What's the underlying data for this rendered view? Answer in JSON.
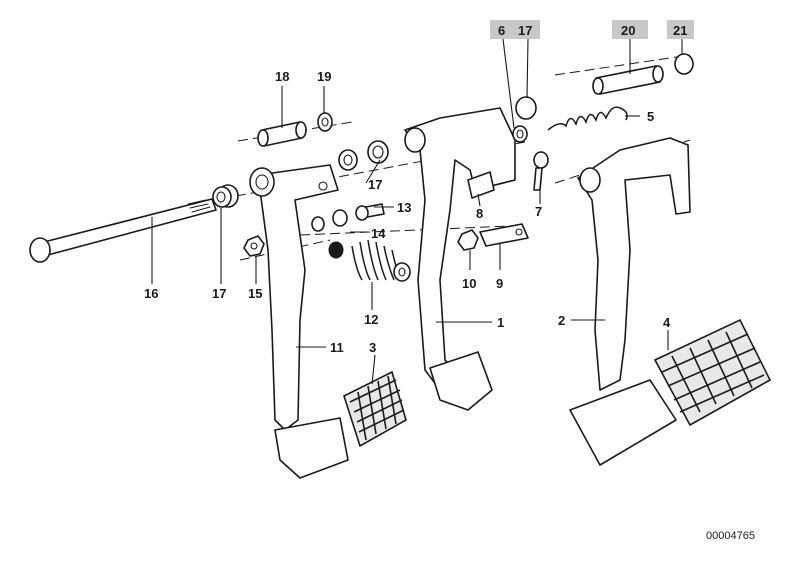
{
  "diagram": {
    "document_number": "00004765",
    "highlight_color": "#c8c8c8",
    "line_color": "#1a1a1a",
    "callouts": {
      "c1": "1",
      "c2": "2",
      "c3": "3",
      "c4": "4",
      "c5": "5",
      "c6": "6",
      "c7": "7",
      "c8": "8",
      "c9": "9",
      "c10": "10",
      "c11": "11",
      "c12": "12",
      "c13": "13",
      "c14": "14",
      "c15": "15",
      "c16": "16",
      "c17a": "17",
      "c17b": "17",
      "c17c": "17",
      "c18": "18",
      "c19": "19",
      "c20": "20",
      "c21": "21"
    },
    "highlighted_callouts": [
      "6",
      "17",
      "20",
      "21"
    ]
  }
}
